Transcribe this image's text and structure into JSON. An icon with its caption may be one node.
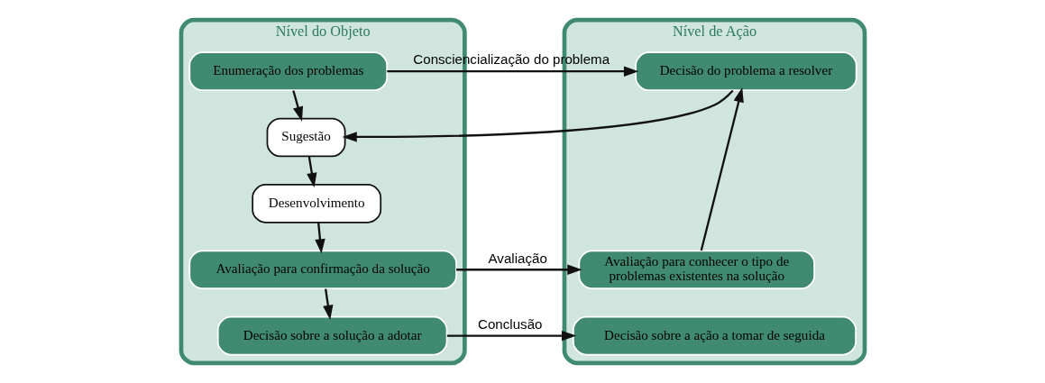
{
  "diagram": {
    "nodes": [
      {
        "text": [
          "Nível do Objeto"
        ]
      },
      {
        "text": [
          "Nível de Ação"
        ]
      },
      {
        "text": [
          "Enumeração dos problemas"
        ],
        "in": 0
      },
      {
        "text": [
          "Decisão do problema a resolver"
        ],
        "in": 1
      },
      {
        "text": [
          "Sugestão"
        ],
        "in": 0
      },
      {
        "text": [
          "Desenvolvimento"
        ],
        "in": 0
      },
      {
        "text": [
          "Avaliação para confirmação da solução"
        ],
        "in": 0
      },
      {
        "text": [
          "Avaliação para conhecer o tipo de problemas existentes na solução"
        ],
        "in": 1
      },
      {
        "text": [
          "Decisão sobre a solução a adotar"
        ],
        "in": 0
      },
      {
        "text": [
          "Decisão sobre a ação a tomar de seguida"
        ],
        "in": 1
      }
    ],
    "edges": [
      {
        "from": 2,
        "to": 3,
        "arrow": "to",
        "label": "Consciencialização do problema"
      },
      {
        "from": 2,
        "to": 4,
        "arrow": "to"
      },
      {
        "from": 3,
        "to": 4,
        "arrow": "to"
      },
      {
        "from": 4,
        "to": 5,
        "arrow": "to"
      },
      {
        "from": 5,
        "to": 6,
        "arrow": "to"
      },
      {
        "from": 6,
        "to": 7,
        "arrow": "to",
        "label": "Avaliação"
      },
      {
        "from": 7,
        "to": 3,
        "arrow": "to"
      },
      {
        "from": 6,
        "to": 8,
        "arrow": "to"
      },
      {
        "from": 8,
        "to": 9,
        "arrow": "to",
        "label": "Conclusão"
      }
    ]
  }
}
